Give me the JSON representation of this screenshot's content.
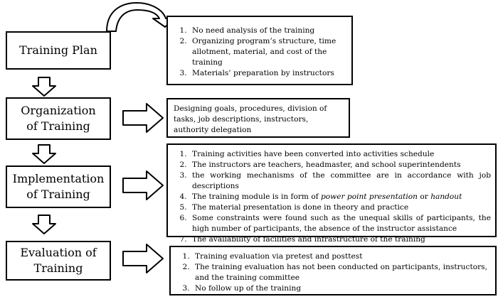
{
  "stages": [
    {
      "label": "Training Plan"
    },
    {
      "label": "Organization of Training"
    },
    {
      "label": "Implementation of Training"
    },
    {
      "label": "Evaluation of Training"
    }
  ],
  "details": {
    "plan": [
      "No need analysis of the training",
      "Organizing program’s structure, time allotment, material, and cost of the training",
      "Materials’ preparation by instructors"
    ],
    "organization": "Designing goals, procedures, division of tasks, job descriptions, instructors, authority delegation",
    "implementation": {
      "item1": "Training activities have been converted into activities schedule",
      "item2": "The instructors are teachers, headmaster, and school superintendents",
      "item3": "the working mechanisms of the committee are in accordance with job descriptions",
      "item4_prefix": "The training module is in form of ",
      "item4_italic1": "power point presentation",
      "item4_mid": " or ",
      "item4_italic2": "handout",
      "item5": "The material presentation is done in theory and practice",
      "item6": "Some constraints were found such as the unequal skills of participants, the high number of participants, the absence of the instructor assistance",
      "item7": "The availability of facilities and infrastructure of the training"
    },
    "evaluation": [
      "Training evaluation via pretest and posttest",
      "The training evaluation has not been conducted on participants, instructors, and the training committee",
      "No follow up of the training"
    ]
  }
}
